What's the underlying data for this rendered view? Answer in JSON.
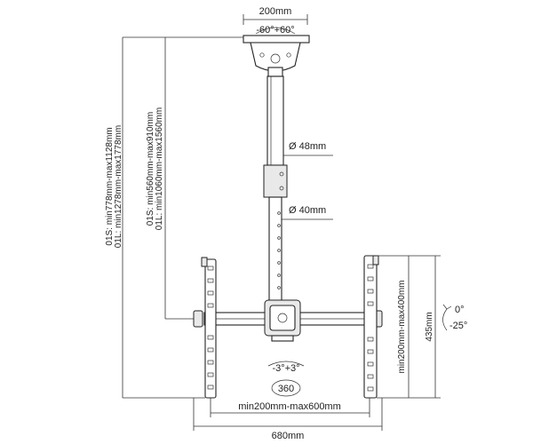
{
  "dims": {
    "plate_width": "200mm",
    "swivel": "-60°+60°",
    "tube_large": "Ø 48mm",
    "tube_small": "Ø 40mm",
    "height_total_01s": "01S: min778mm-max1128mm",
    "height_total_01l": "01L: min1278mm-max1778mm",
    "height_pole_01s": "01S: min560mm-max910mm",
    "height_pole_01l": "01L: min1060mm-max1560mm",
    "bracket_spacing": "min200mm-max600mm",
    "overall_width": "680mm",
    "bracket_height": "min200mm-max400mm",
    "mount_height": "435mm",
    "tilt_up": "0°",
    "tilt_down": "-25°",
    "rotation_small": "-3°+3°",
    "rotation_full": "360"
  }
}
